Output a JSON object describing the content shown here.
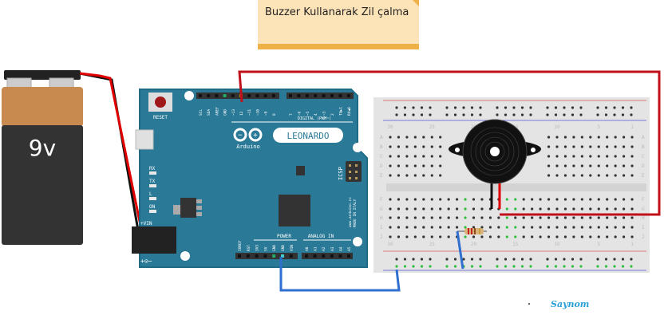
{
  "title_note": {
    "text": "Buzzer Kullanarak Zil çalma"
  },
  "signature": {
    "text": "Saynom"
  },
  "battery": {
    "label": "9v"
  },
  "arduino": {
    "brand": "Arduino",
    "model": "LEONARDO",
    "reset_label": "RESET",
    "digital_label": "DIGITAL (PWM~)",
    "power_label": "POWER",
    "analog_label": "ANALOG IN",
    "icsp_label": "ICSP",
    "site_label": "www.arduino.cc",
    "made_label": "MADE IN ITALY",
    "vin_label": "+VIN",
    "leds": [
      "RX",
      "TX",
      "L",
      "ON"
    ],
    "top_pins_left": [
      "SCL",
      "SDA",
      "AREF",
      "GND",
      "~13",
      "12",
      "~11",
      "~10",
      "~9",
      "8"
    ],
    "top_pins_right": [
      "7",
      "~6",
      "~5",
      "4",
      "~3",
      "2",
      "TX▶1",
      "RX◀0"
    ],
    "power_pins": [
      "IOREF",
      "RST",
      "3V3",
      "5V",
      "GND",
      "GND",
      "VIN"
    ],
    "analog_pins": [
      "A0",
      "A1",
      "A2",
      "A3",
      "A4",
      "A5"
    ]
  },
  "breadboard": {
    "row_letters_top": [
      "A",
      "B",
      "C",
      "D",
      "E"
    ],
    "row_letters_bottom": [
      "F",
      "G",
      "H",
      "I",
      "J"
    ],
    "column_numbers": [
      "30",
      "25",
      "20",
      "15",
      "10",
      "5",
      "1"
    ]
  },
  "wires": {
    "battery_positive": "#e00000",
    "battery_negative": "#111111",
    "signal": "#c0101a",
    "ground": "#2f6fd0"
  },
  "colors": {
    "board": "#2a7a97",
    "board_edge": "#1f6b86",
    "breadboard": "#e4e4e4",
    "rail_red": "#e07a7a",
    "rail_blue": "#7a7ad8",
    "active_hole": "#2fbf3f",
    "note_bg": "#fde3b8",
    "note_bar": "#f0b048"
  }
}
